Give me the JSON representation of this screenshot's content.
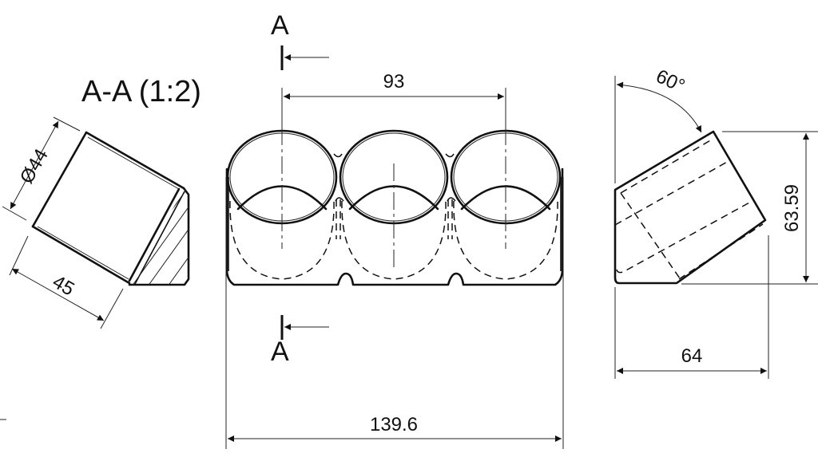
{
  "drawing": {
    "section_title": "A-A (1:2)",
    "section_marker_top": "A",
    "section_marker_bottom": "A",
    "views": [
      "section-view-a-a",
      "front-view",
      "side-view"
    ]
  },
  "dimensions": {
    "section_diameter": "Ø44",
    "section_length": "45",
    "center_spacing": "93",
    "overall_width": "139.6",
    "tilt_angle": "60°",
    "overall_height": "63.59",
    "side_depth": "64"
  },
  "colors": {
    "line": "#111111",
    "background": "#ffffff"
  }
}
